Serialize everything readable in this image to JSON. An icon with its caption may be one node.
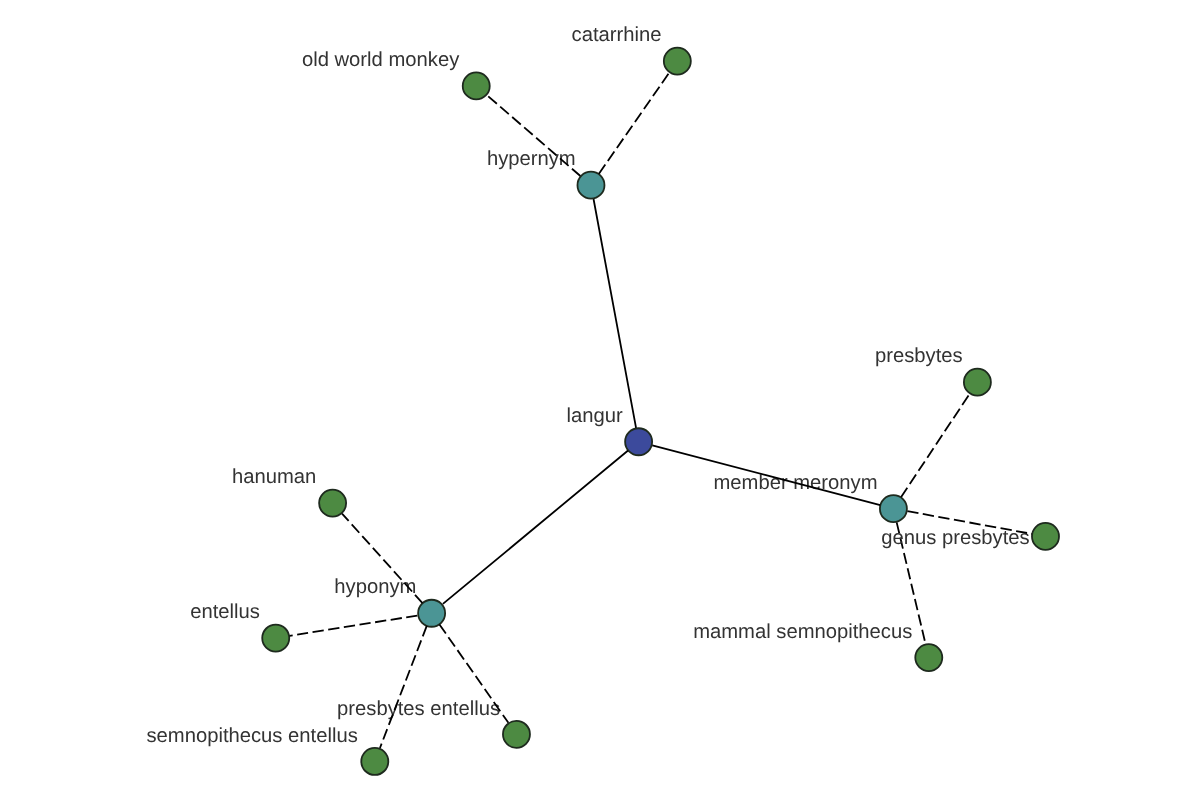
{
  "diagram": {
    "nodes": [
      {
        "text": [
          "langur"
        ]
      },
      {
        "text": [
          "hypernym"
        ]
      },
      {
        "text": [
          "catarrhine"
        ]
      },
      {
        "text": [
          "old world monkey"
        ]
      },
      {
        "text": [
          "hyponym"
        ]
      },
      {
        "text": [
          "hanuman"
        ]
      },
      {
        "text": [
          "entellus"
        ]
      },
      {
        "text": [
          "presbytes entellus"
        ]
      },
      {
        "text": [
          "semnopithecus entellus"
        ]
      },
      {
        "text": [
          "member meronym"
        ]
      },
      {
        "text": [
          "mammal semnopithecus"
        ]
      },
      {
        "text": [
          "presbytes"
        ]
      },
      {
        "text": [
          "genus presbytes"
        ]
      }
    ],
    "edges": [
      {
        "from": 0,
        "to": 1,
        "arrow": "none"
      },
      {
        "from": 1,
        "to": 2,
        "arrow": "none",
        "style": "dashed"
      },
      {
        "from": 1,
        "to": 3,
        "arrow": "none",
        "style": "dashed"
      },
      {
        "from": 0,
        "to": 4,
        "arrow": "none"
      },
      {
        "from": 4,
        "to": 5,
        "arrow": "none",
        "style": "dashed"
      },
      {
        "from": 4,
        "to": 6,
        "arrow": "none",
        "style": "dashed"
      },
      {
        "from": 4,
        "to": 7,
        "arrow": "none",
        "style": "dashed"
      },
      {
        "from": 4,
        "to": 8,
        "arrow": "none",
        "style": "dashed"
      },
      {
        "from": 0,
        "to": 9,
        "arrow": "none"
      },
      {
        "from": 9,
        "to": 10,
        "arrow": "none",
        "style": "dashed"
      },
      {
        "from": 9,
        "to": 11,
        "arrow": "none",
        "style": "dashed"
      },
      {
        "from": 9,
        "to": 12,
        "arrow": "none",
        "style": "dashed"
      }
    ]
  }
}
